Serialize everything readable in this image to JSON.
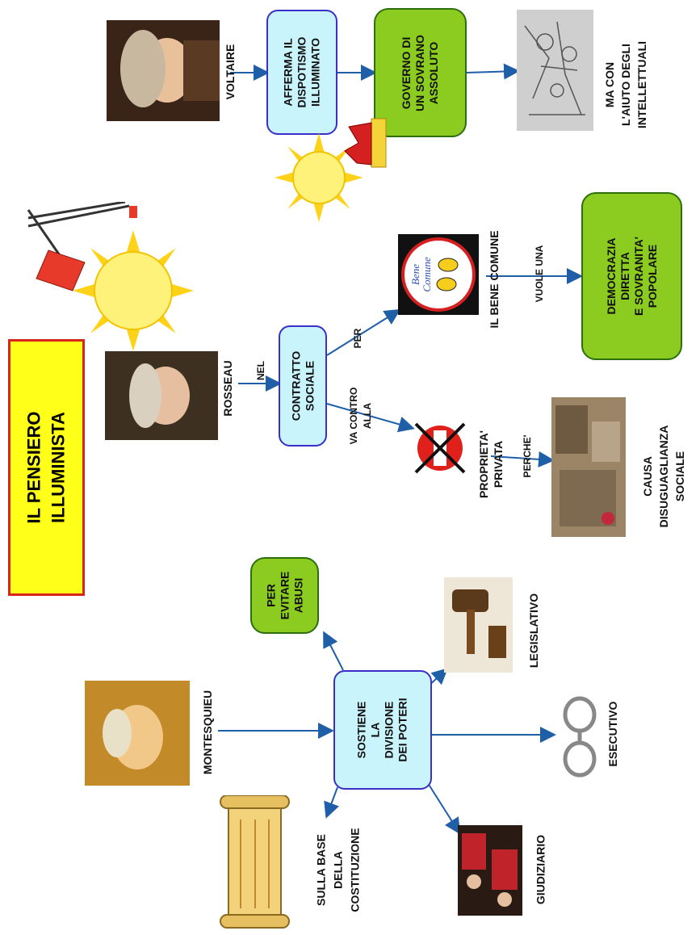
{
  "title": {
    "line1": "IL   PENSIERO",
    "line2": "ILLUMINISTA"
  },
  "voltaire": {
    "name": "VOLTAIRE",
    "box1": {
      "line1": "AFFERMA   IL",
      "line2": "DISPOTISMO",
      "line3": "ILLUMINATO"
    },
    "box2": {
      "line1": "GOVERNO   DI",
      "line2": "UN   SOVRANO",
      "line3": "ASSOLUTO"
    },
    "note": {
      "line1": "MA   CON",
      "line2": "L'AIUTO   DEGLI",
      "line3": "INTELLETTUALI"
    }
  },
  "rosseau": {
    "name": "ROSSEAU",
    "nel": "NEL",
    "box": {
      "line1": "CONTRATTO",
      "line2": "SOCIALE"
    },
    "per": "PER",
    "contro": {
      "line1": "VA   CONTRO",
      "line2": "ALLA"
    },
    "bene": "IL   BENE   COMUNE",
    "bene_logo": {
      "line1": "Bene",
      "line2": "Comune"
    },
    "vuole": "VUOLE   UNA",
    "democrazia": {
      "line1": "DEMOCRAZIA",
      "line2": "DIRETTA",
      "line3": "E   SOVRANITA'",
      "line4": "POPOLARE"
    },
    "proprieta": {
      "line1": "PROPRIETA'",
      "line2": "PRIVATA"
    },
    "perche": "PERCHE'",
    "causa": {
      "line1": "CAUSA",
      "line2": "DISUGUAGLIANZA",
      "line3": "SOCIALE"
    }
  },
  "montesquieu": {
    "name": "MONTESQUIEU",
    "box": {
      "line1": "SOSTIENE",
      "line2": "LA",
      "line3": "DIVISIONE",
      "line4": "DEI   POTERI"
    },
    "abusi": {
      "line1": "PER",
      "line2": "EVITARE",
      "line3": "ABUSI"
    },
    "legislativo": "LEGISLATIVO",
    "esecutivo": "ESECUTIVO",
    "giudiziario": "GIUDIZIARIO",
    "costituzione": {
      "line1": "SULLA   BASE",
      "line2": "DELLA",
      "line3": "COSTITUZIONE"
    }
  },
  "colors": {
    "blue_box": "#c9f4fb",
    "green_box": "#8ccb1f",
    "arrow": "#1f5fa8",
    "title_bg": "#ffff1a",
    "title_border": "#d9261c"
  }
}
